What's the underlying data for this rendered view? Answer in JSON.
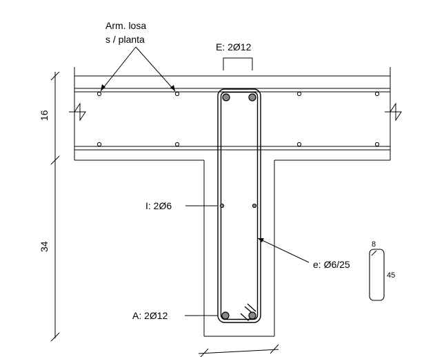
{
  "labels": {
    "slab_reinforcement_line1": "Arm. losa",
    "slab_reinforcement_line2": "s / planta",
    "top_bars": "E: 2Ø12",
    "side_bars": "I: 2Ø6",
    "stirrups": "e: Ø6/25",
    "bottom_bars": "A: 2Ø12"
  },
  "dimensions": {
    "slab_thickness": "16",
    "web_height": "34",
    "stirrup_hook": "8",
    "stirrup_height": "45"
  }
}
